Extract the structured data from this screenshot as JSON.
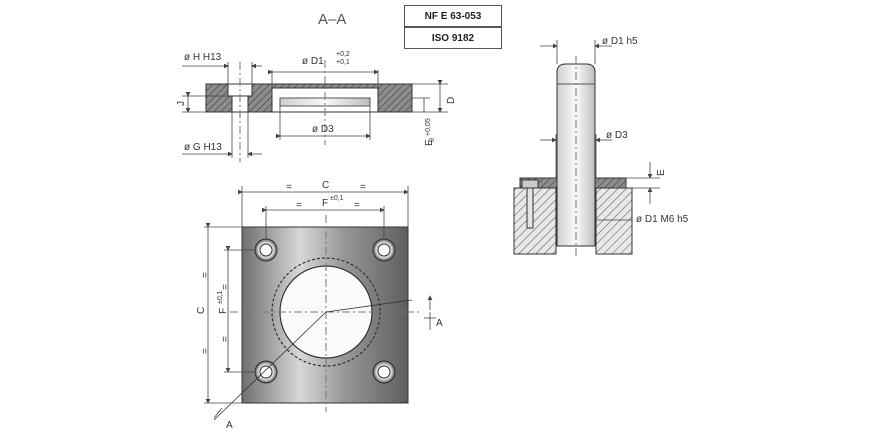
{
  "section_title": "A–A",
  "standards": [
    "NF E 63-053",
    "ISO 9182"
  ],
  "labels": {
    "h13": "ø H H13",
    "d1_tol": "ø D1",
    "d1_tol_sup": "+0,2",
    "d1_tol_sub": "+0,1",
    "j": "J",
    "d": "D",
    "d3": "ø D3",
    "e_tol": "E",
    "e_sup": "+0,05",
    "e_sub": "0",
    "g_h13": "ø G H13",
    "c_top": "C",
    "eq": "=",
    "f_top": "F",
    "f_tol": "±0,1",
    "c_left": "C",
    "f_left": "F",
    "f_left_tol": "±0,1",
    "a_right": "A",
    "a_bottom": "A",
    "d1_h5": "ø D1 h5",
    "d3_right": "ø D3",
    "e_right": "E",
    "d1_m6": "ø D1 M6 h5"
  },
  "colors": {
    "line": "#333333",
    "dim": "#555555",
    "metal_dark": "#7a7a7a",
    "metal_light": "#dcdcdc"
  }
}
